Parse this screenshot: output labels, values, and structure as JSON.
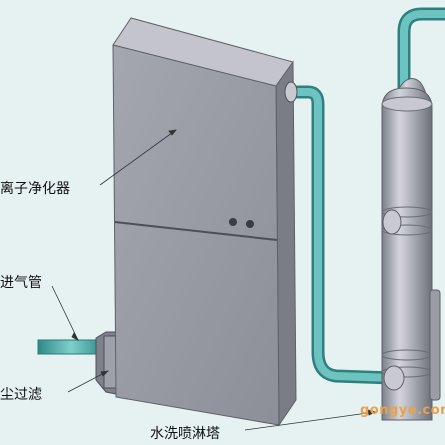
{
  "labels": {
    "purifier": "离子净化器",
    "inlet_pipe": "进气管",
    "dust_filter": "尘过滤",
    "scrubber_tower": "水洗喷淋塔"
  },
  "watermark": "gongye.com",
  "colors": {
    "background": "#e6f2f2",
    "cabinet": "#9a9ca6",
    "pipe": "#4fb0ad",
    "tower": "#a9aab4"
  }
}
